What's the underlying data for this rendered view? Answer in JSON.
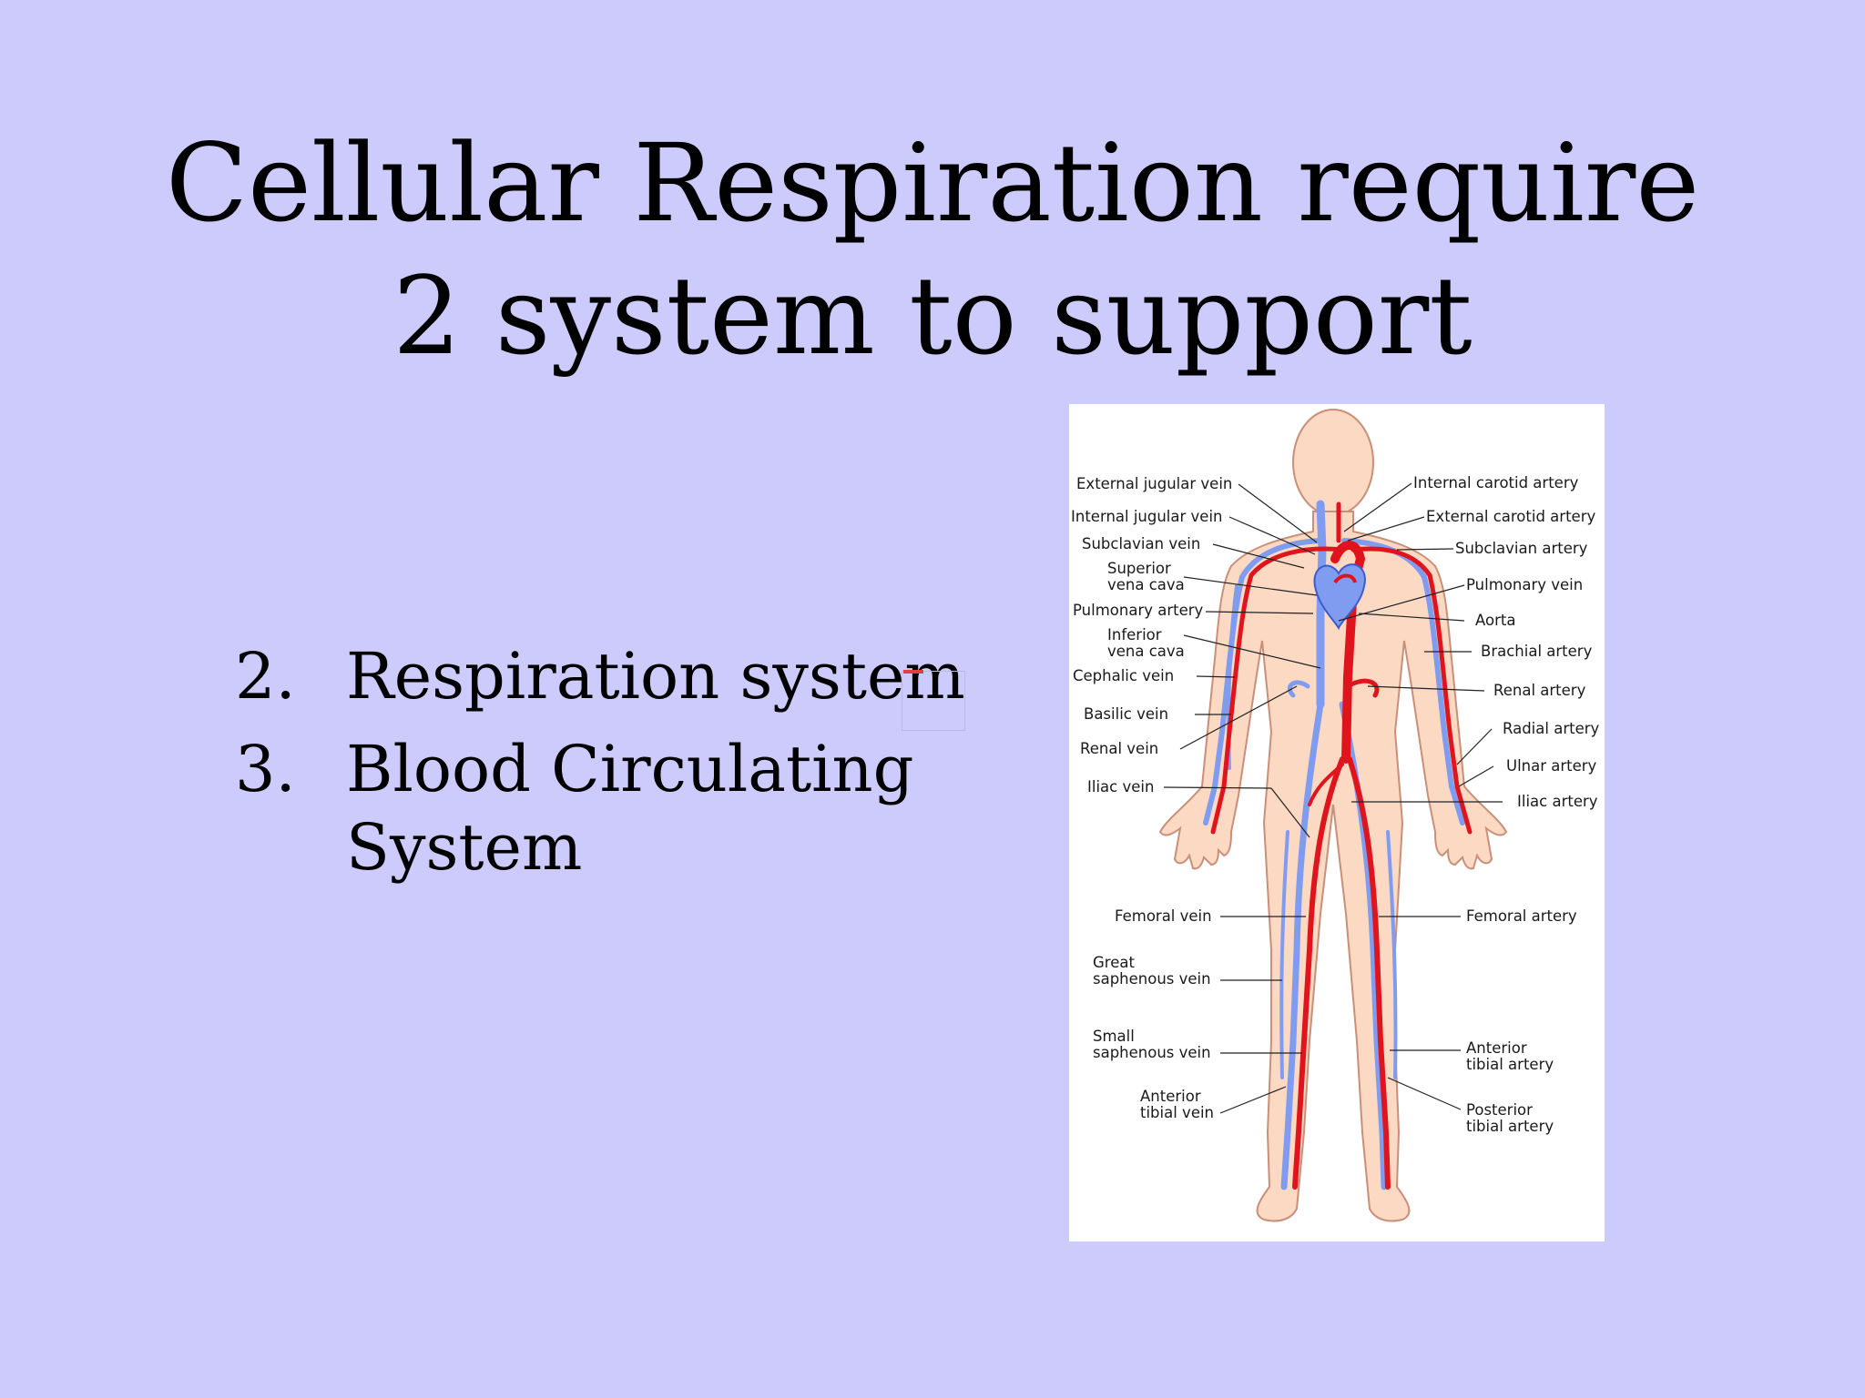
{
  "slide": {
    "title_line1": "Cellular Respiration require",
    "title_line2": "2 system to support",
    "items": [
      {
        "number": "2.",
        "text": "Respiration system"
      },
      {
        "number": "3.",
        "text": "Blood Circulating System"
      }
    ]
  },
  "diagram": {
    "left_labels": [
      "External jugular vein",
      "Internal jugular vein",
      "Subclavian vein",
      "Superior",
      "vena cava",
      "Pulmonary artery",
      "Inferior",
      "vena cava",
      "Cephalic vein",
      "Basilic vein",
      "Renal vein",
      "Iliac vein",
      "Femoral vein",
      "Great",
      "saphenous vein",
      "Small",
      "saphenous vein",
      "Anterior",
      "tibial vein"
    ],
    "right_labels": [
      "Internal carotid artery",
      "External carotid artery",
      "Subclavian artery",
      "Pulmonary vein",
      "Aorta",
      "Brachial artery",
      "Renal artery",
      "Radial artery",
      "Ulnar artery",
      "Iliac artery",
      "Femoral artery",
      "Anterior",
      "tibial artery",
      "Posterior",
      "tibial artery"
    ],
    "colors": {
      "artery": "#e0141c",
      "vein": "#7f9cf0",
      "skin": "#fbd9c3",
      "skin_outline": "#c98f78",
      "background": "#cccbfb"
    }
  }
}
